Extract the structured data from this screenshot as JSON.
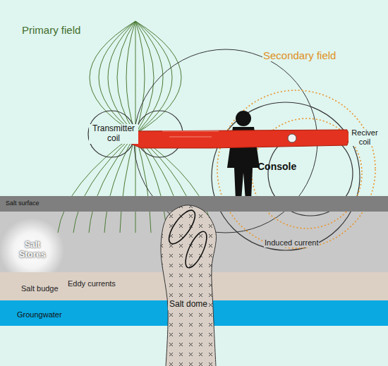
{
  "diagram": {
    "nodes": [
      {
        "text": [
          "Salt surface"
        ]
      },
      {
        "text": [
          "Salt Stores"
        ]
      },
      {
        "text": [
          "Salt budge"
        ]
      },
      {
        "text": [
          "Groungwater"
        ]
      },
      {
        "text": [
          "Salt dome"
        ]
      }
    ],
    "labels": [
      "Primary field",
      "Secondary field",
      "Transmitter coil",
      "Reciver coil",
      "Console",
      "Induced current",
      "Eddy currents"
    ]
  }
}
